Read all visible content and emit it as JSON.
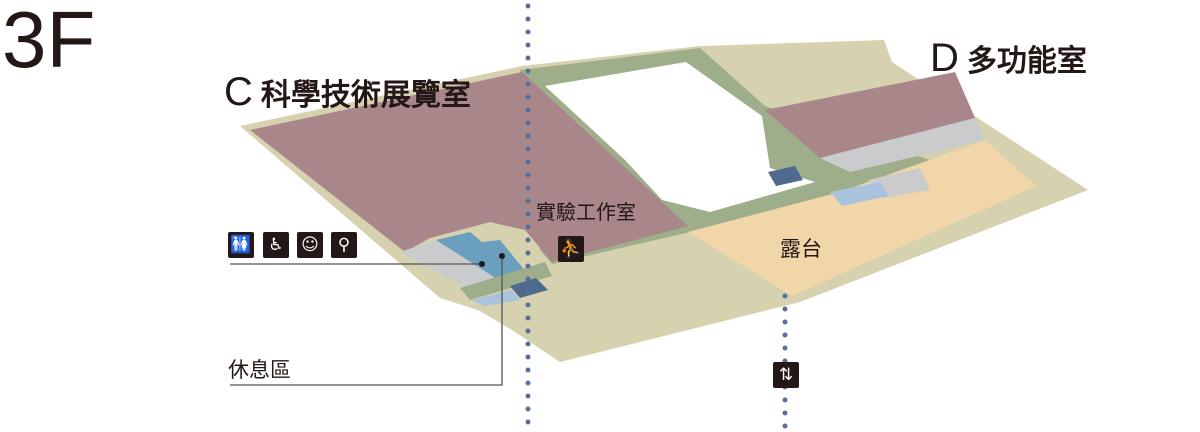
{
  "floor": "3F",
  "rooms": {
    "c": {
      "letter": "C",
      "name": "科學技術展覽室"
    },
    "d": {
      "letter": "D",
      "name": "多功能室"
    },
    "lab": "實驗工作室",
    "terrace": "露台",
    "rest_area": "休息區"
  },
  "icons": [
    "restroom-icon",
    "wheelchair-icon",
    "baby-care-icon",
    "elderly-icon",
    "stairs-icon",
    "elevator-icon"
  ],
  "colors": {
    "exhibit": "#a8868a",
    "corridor": "#9fae8a",
    "base": "#d6d1ae",
    "terrace": "#f0d6a8",
    "service": "#c9cbcc",
    "blue": "#6a9fbf",
    "light_blue": "#a9c3df",
    "dark_blue": "#4f6a8f",
    "route": "#55709c"
  }
}
